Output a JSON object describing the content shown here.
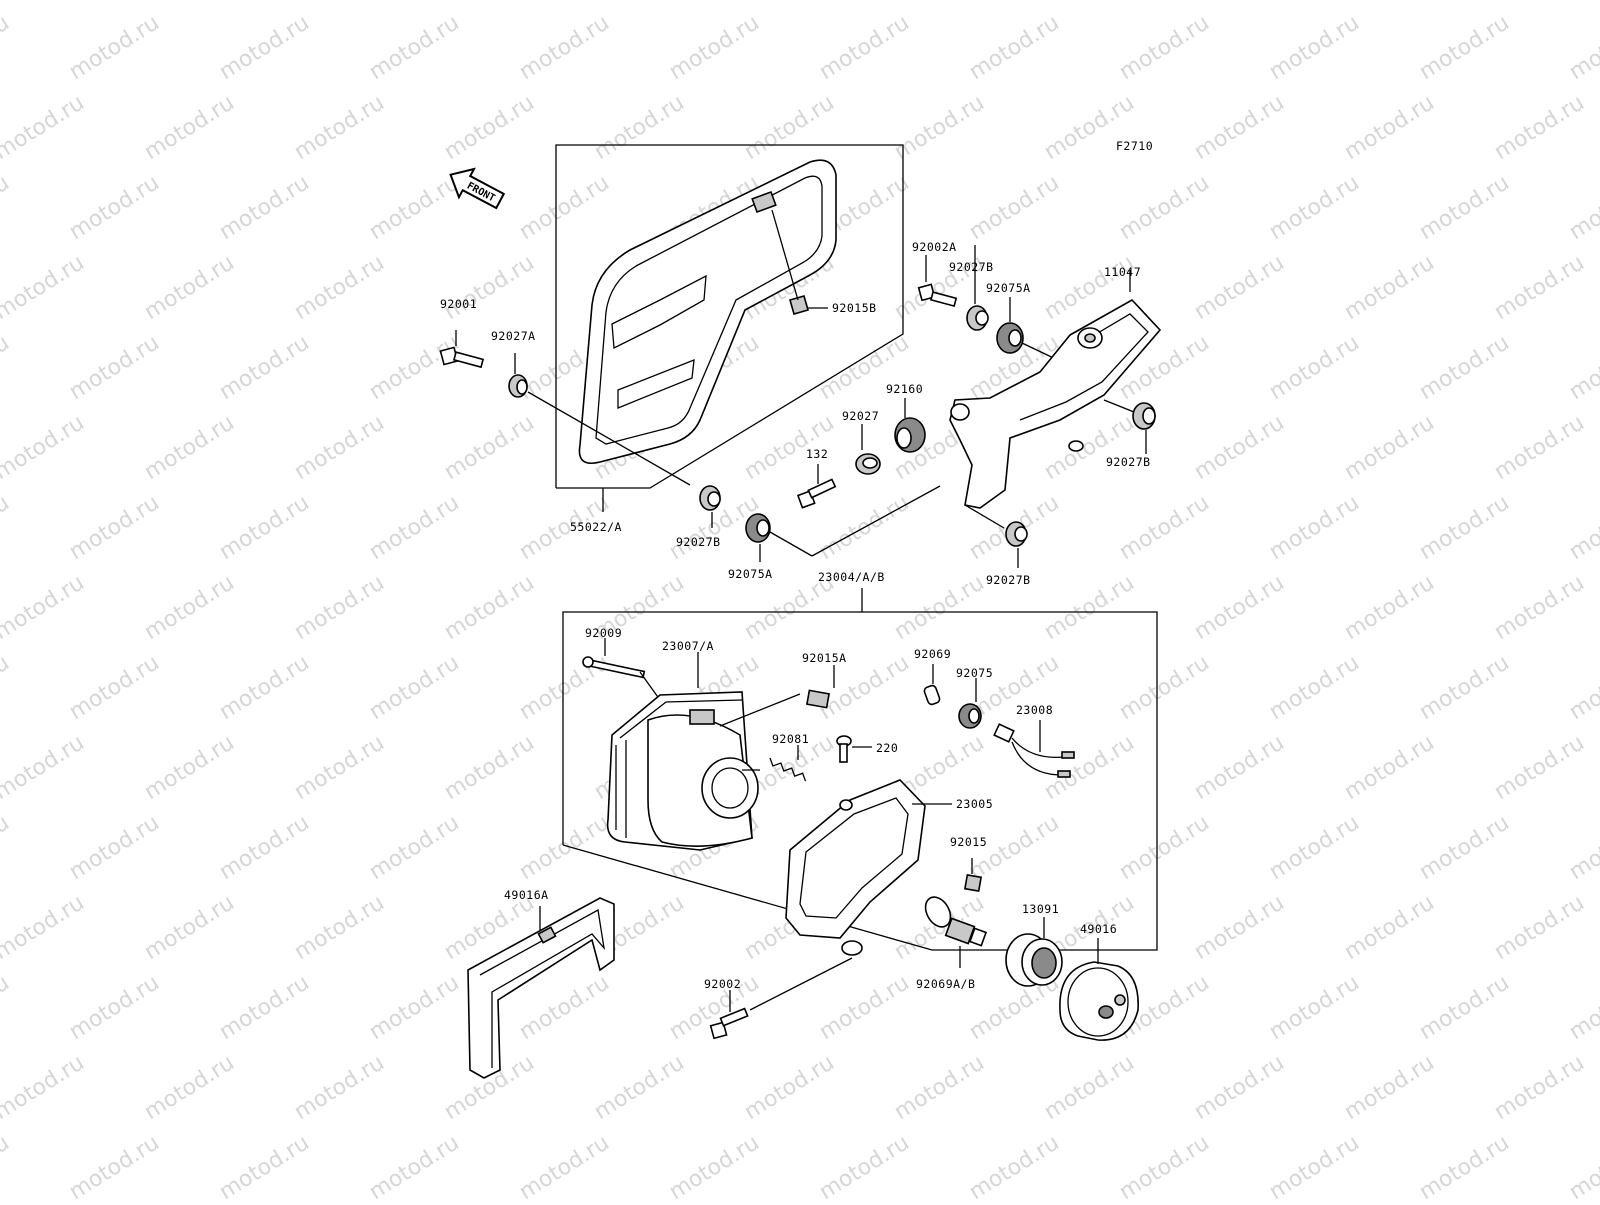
{
  "figure_code": "F2710",
  "front_marker": "FRONT",
  "watermark": "motod.ru",
  "labels": {
    "p92001": "92001",
    "p92027A": "92027A",
    "p55022A": "55022/A",
    "p92015B": "92015B",
    "p92002A": "92002A",
    "p92027B_top": "92027B",
    "p92075A_top": "92075A",
    "p11047": "11047",
    "p92160": "92160",
    "p92027": "92027",
    "p132": "132",
    "p92027B_right": "92027B",
    "p92027B_left": "92027B",
    "p92075A_bottom": "92075A",
    "p92027B_bottom": "92027B",
    "p23004": "23004/A/B",
    "p92009": "92009",
    "p23007": "23007/A",
    "p92015A": "92015A",
    "p92069": "92069",
    "p92075": "92075",
    "p23008": "23008",
    "p92081": "92081",
    "p220": "220",
    "p23005": "23005",
    "p92015": "92015",
    "p49016A": "49016A",
    "p13091": "13091",
    "p49016": "49016",
    "p92069AB": "92069A/B",
    "p92002": "92002"
  }
}
